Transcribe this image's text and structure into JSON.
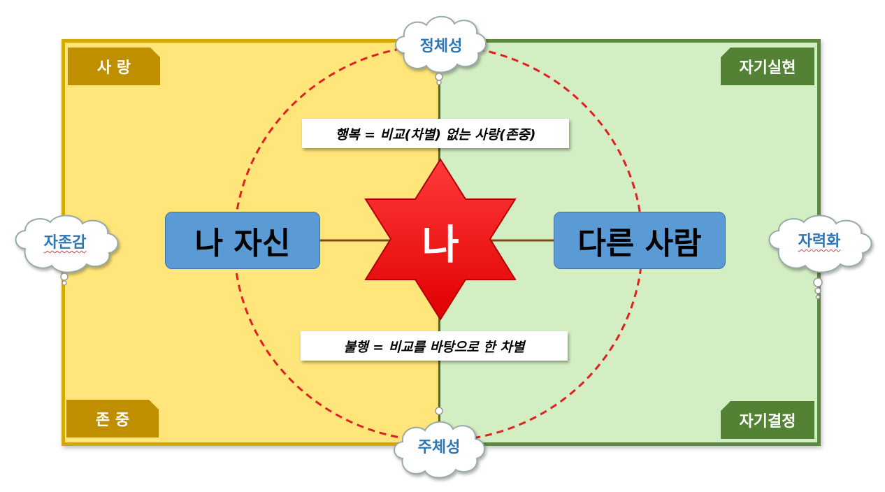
{
  "colors": {
    "left_panel": "#ffe57a",
    "right_panel": "#d3eec3",
    "gold_label": "#c08f00",
    "green_label": "#548235",
    "box_blue": "#5b9bd5",
    "star_red": "#ff0000",
    "circle_dash": "#e02020",
    "cloud_text": "#2e75b6"
  },
  "corners": {
    "top_left": "사 랑",
    "bottom_left": "존 중",
    "top_right": "자기실현",
    "bottom_right": "자기결정"
  },
  "clouds": {
    "top": "정체성",
    "bottom": "주체성",
    "left": "자존감",
    "right": "자력화"
  },
  "formulas": {
    "top": "행복 = 비교(차별) 없는 사랑(존중)",
    "bottom": "불행 = 비교를 바탕으로 한 차별"
  },
  "center": {
    "star_label": "나",
    "left_box": "나 자신",
    "right_box": "다른 사람"
  }
}
